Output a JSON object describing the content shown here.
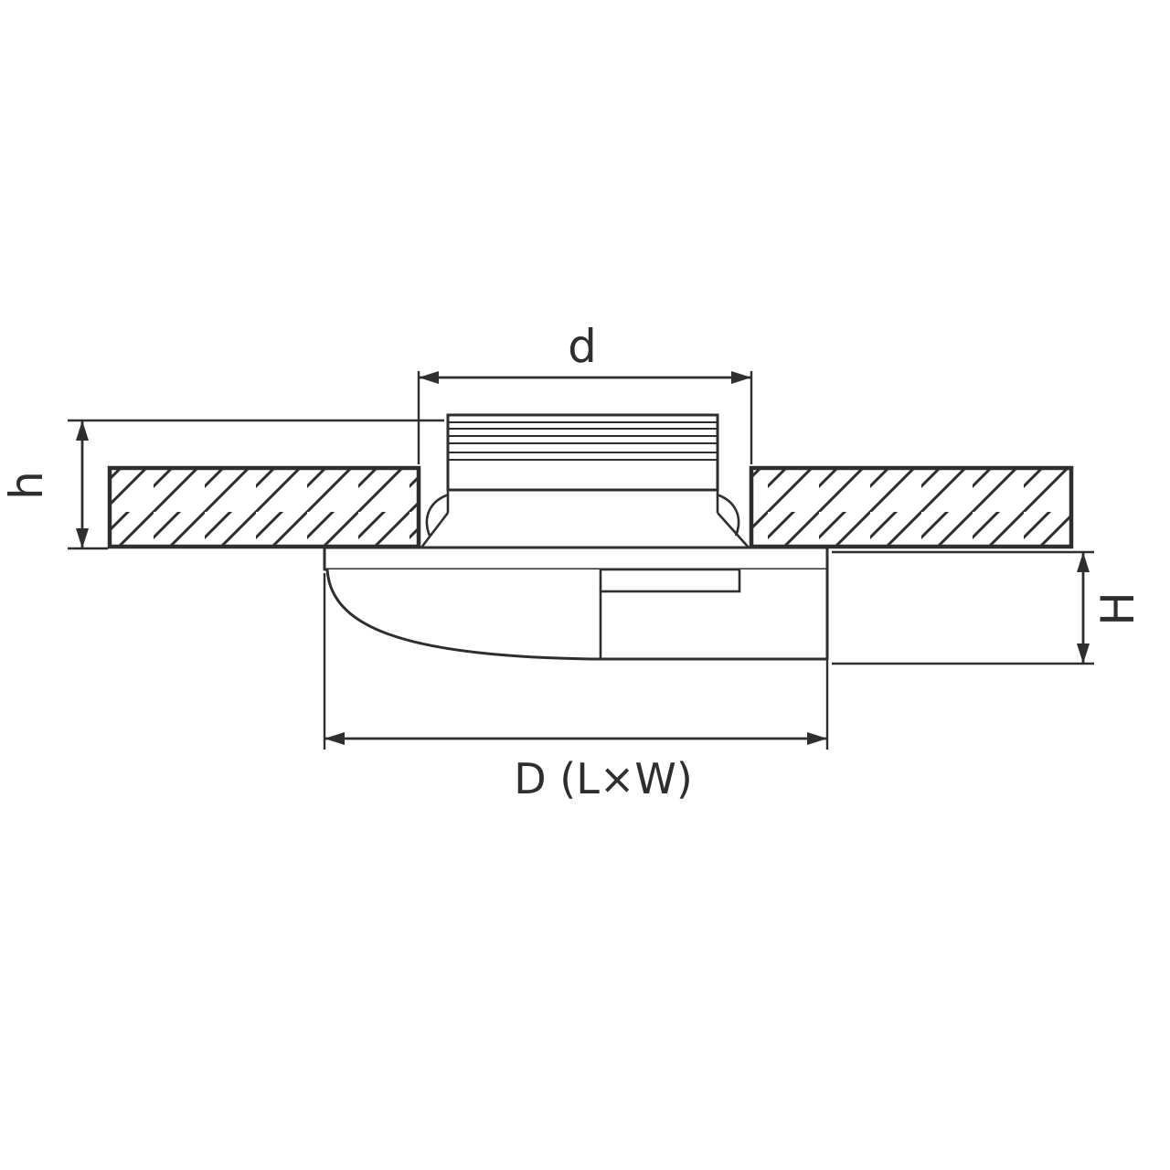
{
  "diagram": {
    "labels": {
      "cutout_diameter": "d",
      "recess_depth": "h",
      "protrusion_height": "H",
      "overall_diameter": "D (L×W)"
    },
    "colors": {
      "line": "#2e2e2e",
      "background": "#ffffff"
    }
  }
}
